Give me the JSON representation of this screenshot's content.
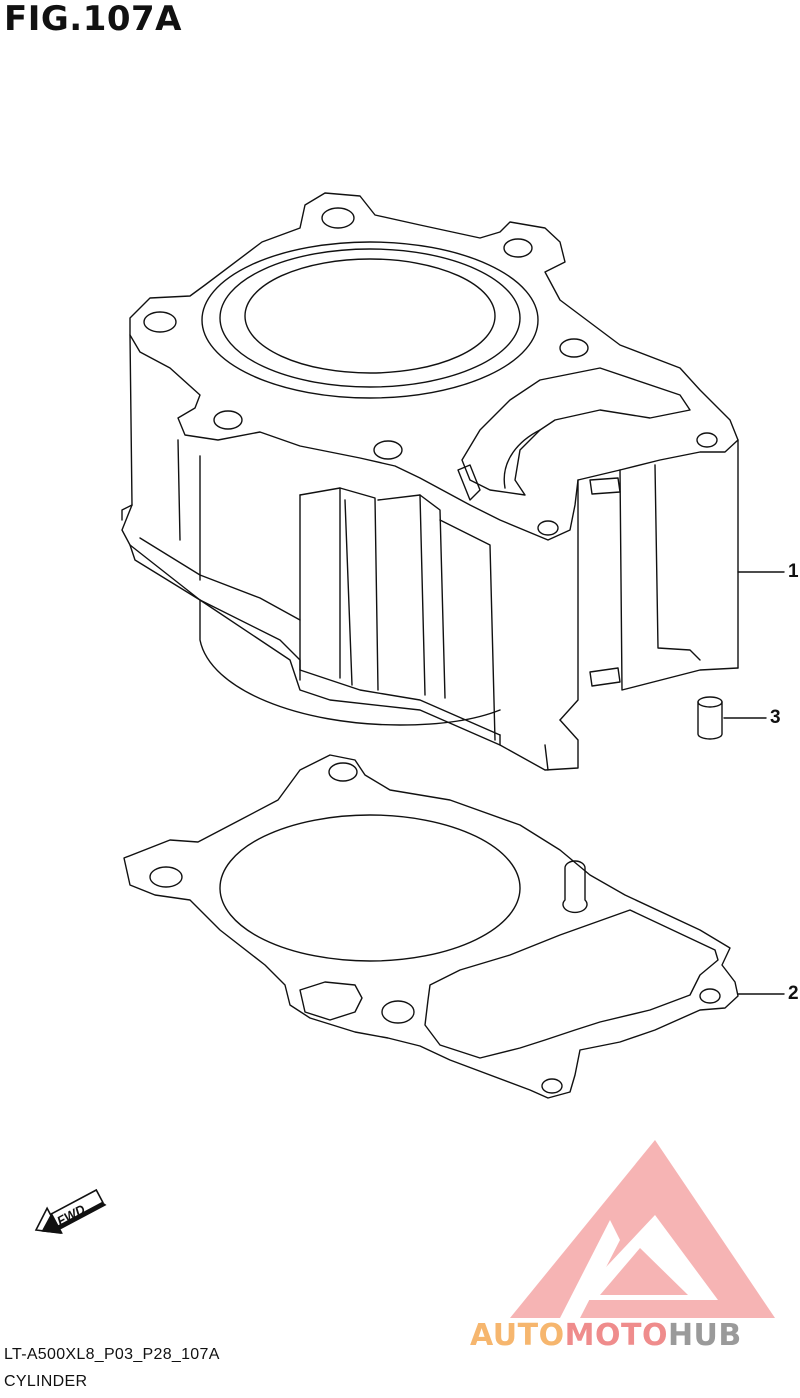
{
  "figure": {
    "title": "FIG.107A"
  },
  "callouts": [
    {
      "number": "1",
      "part": "cylinder"
    },
    {
      "number": "3",
      "part": "dowel-pin"
    },
    {
      "number": "2",
      "part": "gasket"
    }
  ],
  "direction_marker": {
    "text": "FWD",
    "icon": "fwd-arrow-icon"
  },
  "footer": {
    "code": "LT-A500XL8_P03_P28_107A",
    "caption": "CYLINDER"
  },
  "watermark": {
    "part1": "AUTO",
    "part2": "MOTO",
    "part3": "HUB",
    "icon": "triangle-logo-icon"
  },
  "colors": {
    "line": "#111111",
    "watermark_red": "#ef8c8c",
    "watermark_orange": "#f6b66e",
    "watermark_gray": "#9a9a9a"
  }
}
